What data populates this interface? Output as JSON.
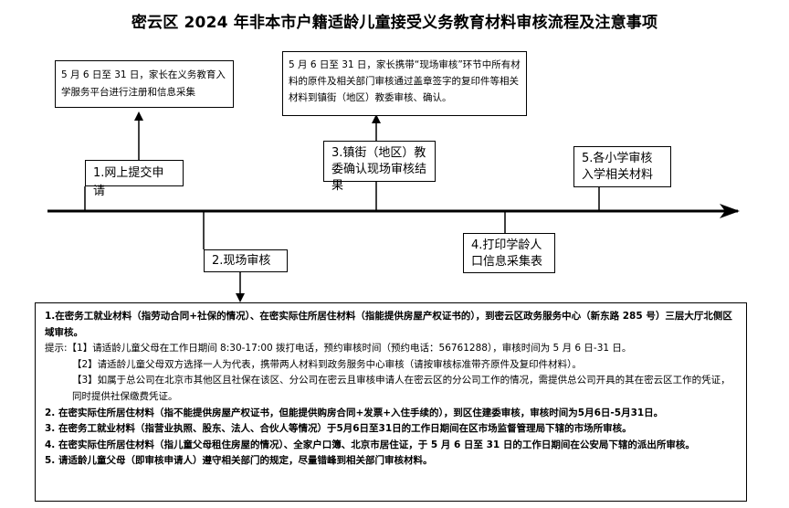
{
  "title": "密云区 2024 年非本市户籍适龄儿童接受义务教育材料审核流程及注意事项",
  "notes": {
    "online": "5 月 6 日至 31 日，家长在义务教育入学服务平台进行注册和信息采集",
    "onsite": "5 月 6 日至 31 日，家长携带“现场审核”环节中所有材料的原件及相关部门审核通过盖章签字的复印件等相关材料到镇街（地区）教委审核、确认。"
  },
  "steps": {
    "s1": "1.网上提交申请",
    "s2": "2.现场审核",
    "s3": "3.镇街（地区）教委确认现场审核结果",
    "s4": "4.打印学龄人口信息采集表",
    "s5": "5.各小学审核入学相关材料"
  },
  "panel": {
    "item1": "1.在密务工就业材料（指劳动合同+社保的情况）、在密实际住所居住材料（指能提供房屋产权证书的），到密云区政务服务中心（新东路 285 号）三层大厅北侧区域审核。",
    "tip1": "提示:【1】请适龄儿童父母在工作日期间 8:30-17:00 拨打电话，预约审核时间（预约电话：56761288），审核时间为 5 月 6 日-31 日。",
    "tip2": "【2】请适龄儿童父母双方选择一人为代表，携带两人材料到政务服务中心审核（请按审核标准带齐原件及复印件材料）。",
    "tip3": "【3】如属于总公司在北京市其他区且社保在该区、分公司在密云且审核申请人在密云区的分公司工作的情况，需提供总公司开具的其在密云区工作的凭证，同时提供社保缴费凭证。",
    "item2": "2. 在密实际住所居住材料（指不能提供房屋产权证书，但能提供购房合同+发票+入住手续的），到区住建委审核，审核时间为5月6日-5月31日。",
    "item3": "3. 在密务工就业材料（指营业执照、股东、法人、合伙人等情况）于5月6日至31日的工作日期间在区市场监督管理局下辖的市场所审核。",
    "item4": "4. 在密实际住所居住材料（指儿童父母租住房屋的情况）、全家户口簿、北京市居住证，于 5 月 6 日至 31 日的工作日期间在公安局下辖的派出所审核。",
    "item5": "5. 请适龄儿童父母（即审核申请人）遵守相关部门的规定，尽量错峰到相关部门审核材料。"
  }
}
